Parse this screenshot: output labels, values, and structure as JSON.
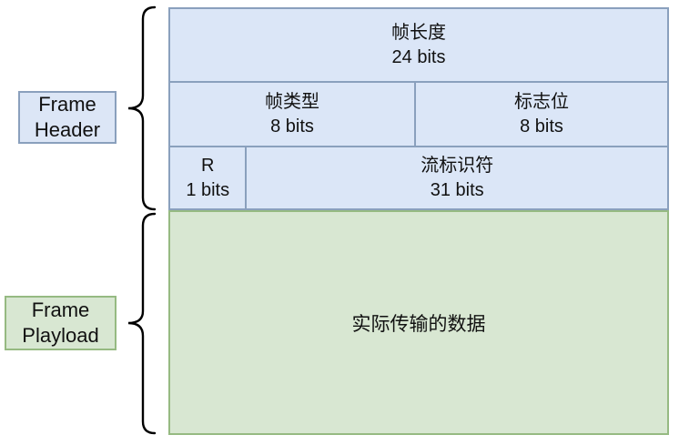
{
  "diagram": {
    "title_semantics": "HTTP/2 frame structure diagram",
    "labels": {
      "header": {
        "line1": "Frame",
        "line2": "Header"
      },
      "payload": {
        "line1": "Frame",
        "line2": "Playload"
      }
    },
    "table": {
      "rows": [
        {
          "cells": [
            {
              "title": "帧长度",
              "bits": "24 bits"
            }
          ]
        },
        {
          "cells": [
            {
              "title": "帧类型",
              "bits": "8 bits"
            },
            {
              "title": "标志位",
              "bits": "8 bits"
            }
          ]
        },
        {
          "cells": [
            {
              "title": "R",
              "bits": "1 bits"
            },
            {
              "title": "流标识符",
              "bits": "31 bits"
            }
          ]
        }
      ],
      "payload": {
        "text": "实际传输的数据"
      }
    },
    "colors": {
      "header_fill": "#dbe6f7",
      "header_border": "#8aa0bd",
      "payload_fill": "#d8e7d2",
      "payload_border": "#96ba82",
      "brace_stroke": "#000000",
      "text": "#111111",
      "background": "#ffffff"
    }
  }
}
